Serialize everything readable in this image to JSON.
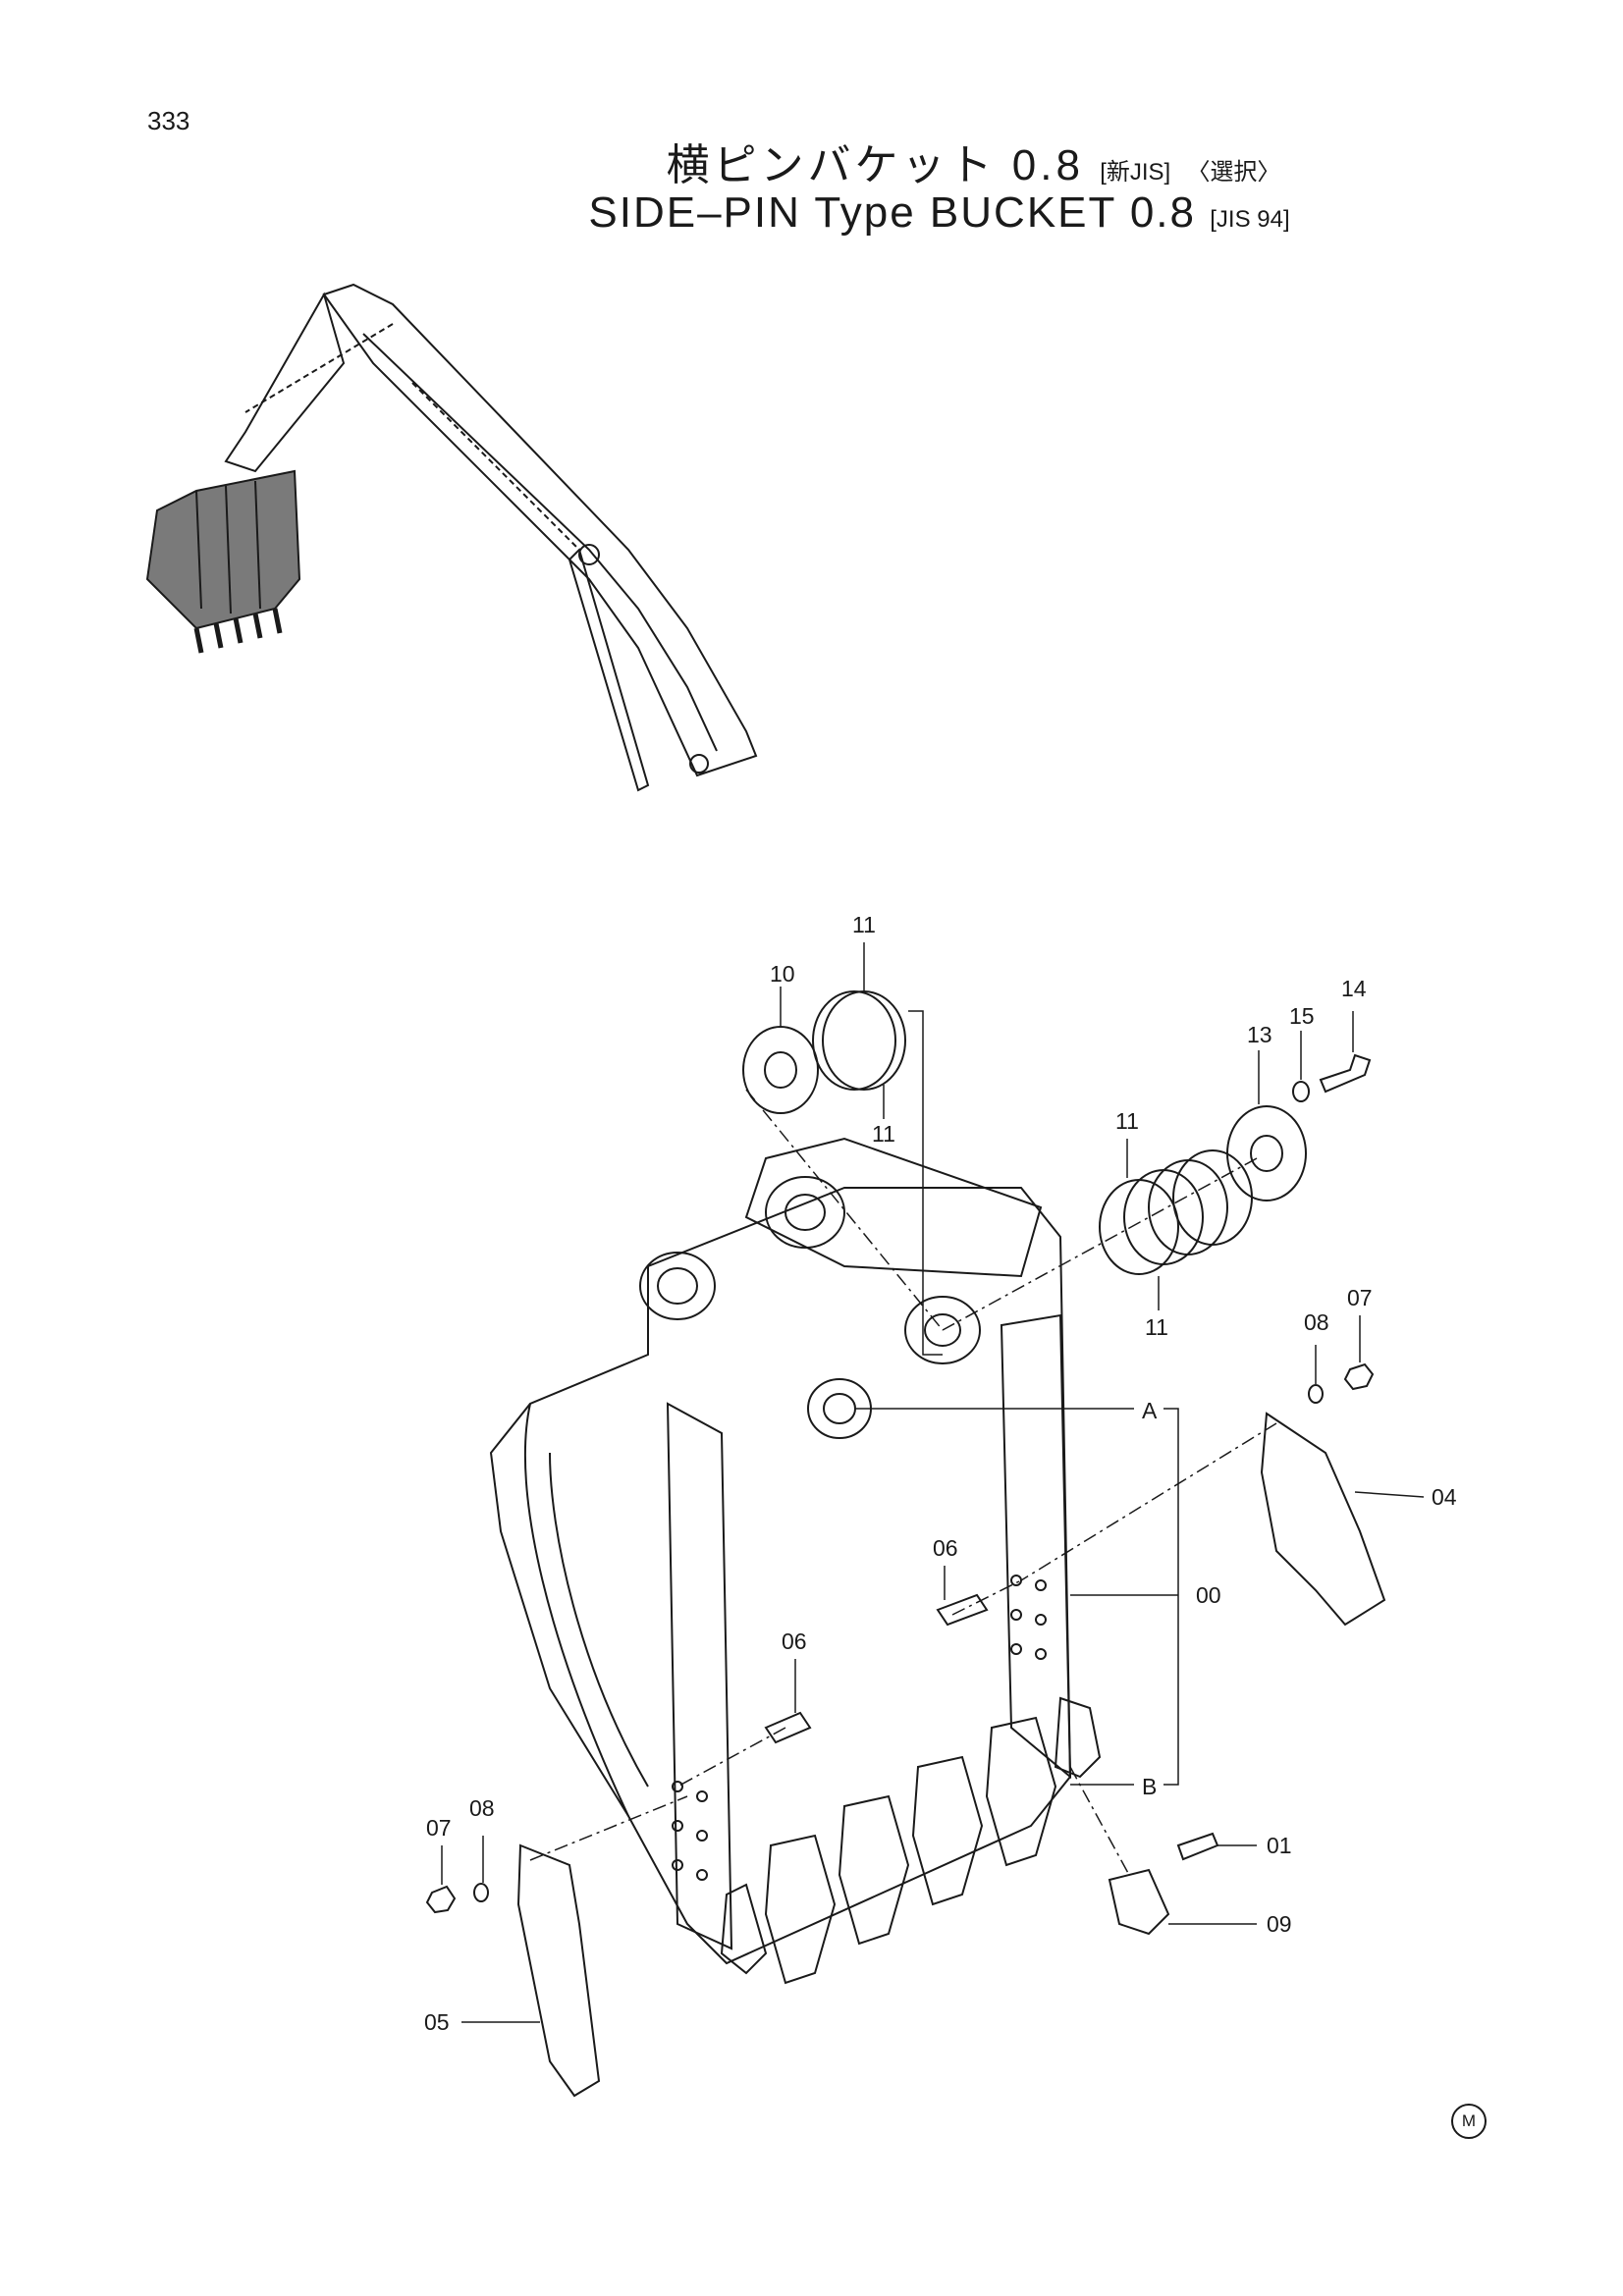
{
  "page_number": "333",
  "title": {
    "jp_main": "横ピンバケット 0.8",
    "jp_std": "[新JIS]",
    "jp_option": "〈選択〉",
    "en_main": "SIDE–PIN Type BUCKET 0.8",
    "en_std": "[JIS 94]"
  },
  "callouts": {
    "c00": "00",
    "c01": "01",
    "c04": "04",
    "c05": "05",
    "c06a": "06",
    "c06b": "06",
    "c07a": "07",
    "c07b": "07",
    "c08a": "08",
    "c08b": "08",
    "c09": "09",
    "c10": "10",
    "c11a": "11",
    "c11b": "11",
    "c11c": "11",
    "c11d": "11",
    "c13": "13",
    "c14": "14",
    "c15": "15",
    "refA": "A",
    "refB": "B"
  },
  "manufacturer_mark": "M"
}
